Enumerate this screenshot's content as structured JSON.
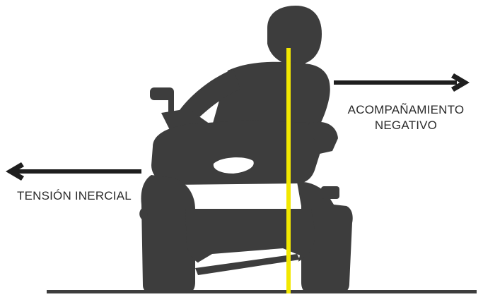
{
  "labels": {
    "inertial_tension": "TENSIÓN INERCIAL",
    "negative_lean_line1": "ACOMPAÑAMIENTO",
    "negative_lean_line2": "NEGATIVO"
  },
  "colors": {
    "silhouette": "#3d3d3d",
    "arrow": "#1e1e1e",
    "axis_line": "#f2e800",
    "ground": "#3d3d3d",
    "text": "#2b2b2b"
  },
  "icons": {
    "left_arrow": "arrow-left-icon",
    "right_arrow": "arrow-right-icon",
    "figure": "atv-rider-silhouette"
  }
}
